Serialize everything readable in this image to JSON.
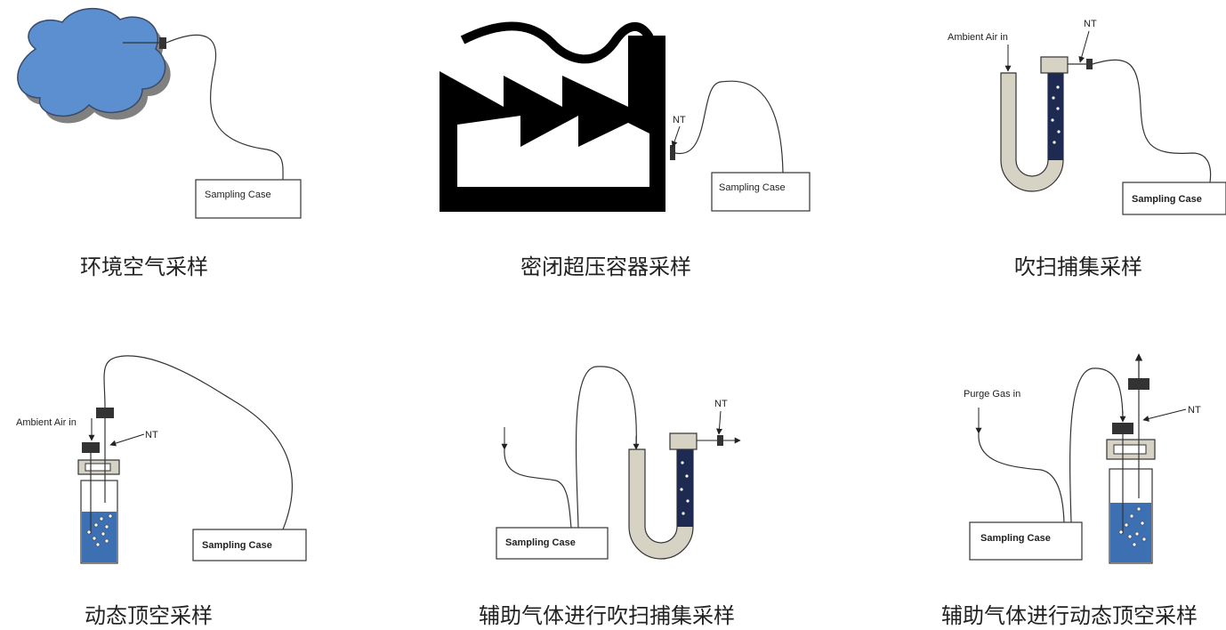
{
  "colors": {
    "cloud": "#5b8fd0",
    "cloud_shadow": "#808080",
    "tube": "#d6d2c4",
    "trap": "#1e2a52",
    "liquid": "#3d6fb3",
    "connector": "#333333",
    "factory": "#000000"
  },
  "panels": [
    {
      "caption": "环境空气采样",
      "case_label": "Sampling Case"
    },
    {
      "caption": "密闭超压容器采样",
      "case_label": "Sampling Case",
      "nt_label": "NT"
    },
    {
      "caption": "吹扫捕集采样",
      "case_label": "Sampling Case",
      "nt_label": "NT",
      "inlet_label": "Ambient Air in"
    },
    {
      "caption": "动态顶空采样",
      "case_label": "Sampling Case",
      "nt_label": "NT",
      "inlet_label": "Ambient Air in"
    },
    {
      "caption": "辅助气体进行吹扫捕集采样",
      "case_label": "Sampling Case",
      "nt_label": "NT"
    },
    {
      "caption": "辅助气体进行动态顶空采样",
      "case_label": "Sampling Case",
      "nt_label": "NT",
      "inlet_label": "Purge Gas in"
    }
  ]
}
